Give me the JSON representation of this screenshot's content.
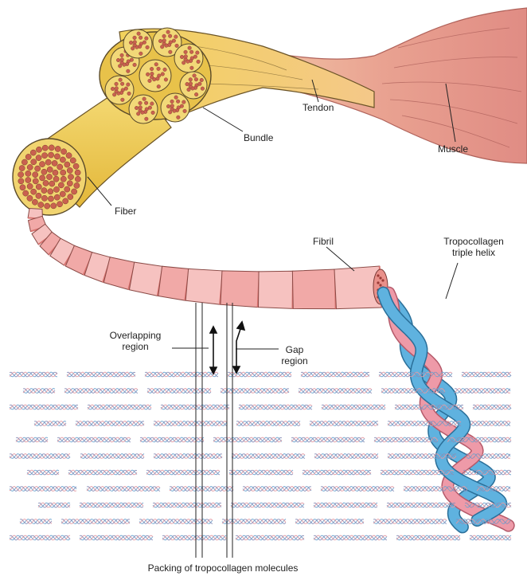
{
  "labels": {
    "tendon": "Tendon",
    "muscle": "Muscle",
    "bundle": "Bundle",
    "fiber": "Fiber",
    "fibril": "Fibril",
    "tropocollagen_line1": "Tropocollagen",
    "tropocollagen_line2": "triple helix",
    "overlapping_line1": "Overlapping",
    "overlapping_line2": "region",
    "gap_line1": "Gap",
    "gap_line2": "region",
    "caption": "Packing of tropocollagen molecules"
  },
  "colors": {
    "tendon_yellow": "#e9c23c",
    "tendon_light": "#f6dc7a",
    "muscle_pink": "#e59a8c",
    "fibril_pink": "#f1a9a7",
    "fibril_dark": "#d9736f",
    "fiber_dot": "#c9614f",
    "helix_blue": "#5fb2df",
    "helix_pink": "#ee9aa8",
    "outline": "#5a4a2a"
  }
}
